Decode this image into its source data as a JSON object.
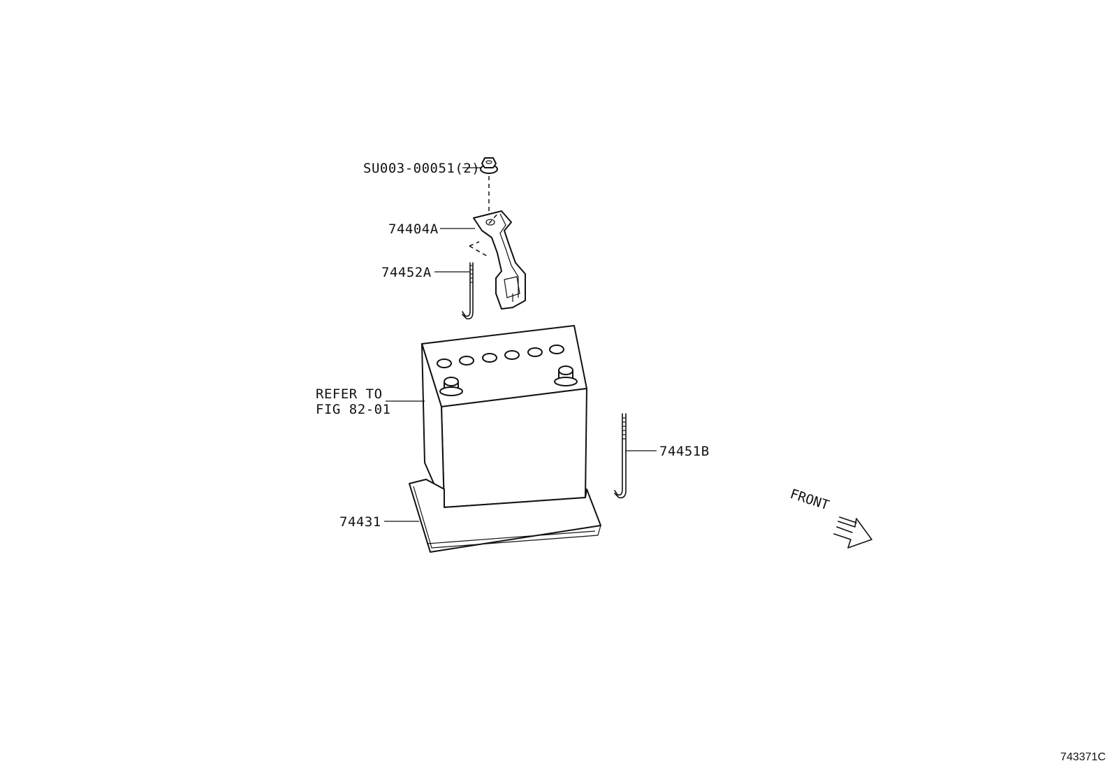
{
  "diagram": {
    "callouts": {
      "nut": "SU003-00051(2)",
      "clamp": "74404A",
      "hook_bolt_left": "74452A",
      "battery_ref_line1": "REFER TO",
      "battery_ref_line2": "FIG 82-01",
      "hook_bolt_right": "74451B",
      "tray": "74431"
    },
    "direction_label": "FRONT",
    "figure_id": "743371C"
  }
}
